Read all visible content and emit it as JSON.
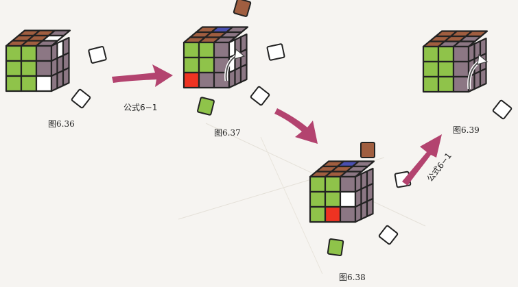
{
  "figures": [
    {
      "id": "fig636",
      "caption": "图6.36"
    },
    {
      "id": "fig637",
      "caption": "图6.37"
    },
    {
      "id": "fig638",
      "caption": "图6.38"
    },
    {
      "id": "fig639",
      "caption": "图6.39"
    }
  ],
  "formulas": [
    {
      "from": "图6.36",
      "to": "图6.37",
      "label": "公式6−1"
    },
    {
      "from": "图6.38",
      "to": "图6.39",
      "label": "公式6−1"
    }
  ],
  "colors": {
    "brown": "#a05e40",
    "green": "#8fc34a",
    "purple": "#8c7784",
    "white": "#ffffff",
    "blue": "#4a4fb0",
    "red": "#ee3322",
    "arrow": "#b3436f",
    "border": "#222222"
  }
}
